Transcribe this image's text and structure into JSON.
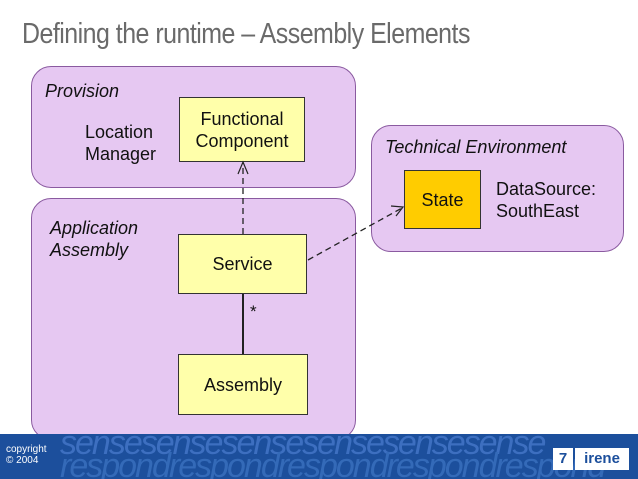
{
  "title": "Defining the runtime – Assembly Elements",
  "regions": {
    "provision": {
      "label": "Provision"
    },
    "application_assembly": {
      "label": "Application\nAssembly"
    },
    "technical_environment": {
      "label": "Technical Environment"
    }
  },
  "nodes": {
    "functional_component": "Functional Component",
    "location_manager": "Location\nManager",
    "service": "Service",
    "assembly": "Assembly",
    "state": "State",
    "datasource": "DataSource:\nSouthEast"
  },
  "edges": {
    "assembly_service_multiplicity": "*"
  },
  "colors": {
    "region_fill": "#e6c8f2",
    "node_fill": "#ffffaa",
    "state_fill": "#ffcc00",
    "footer_bg": "#1c4f9c"
  },
  "footer": {
    "copyright": "copyright\n© 2004",
    "pattern_top": "sensesensesensesensesensesense",
    "pattern_bottom": "respondrespondrespondrespondrespond",
    "logo_number": "7",
    "logo_word": "irene"
  }
}
